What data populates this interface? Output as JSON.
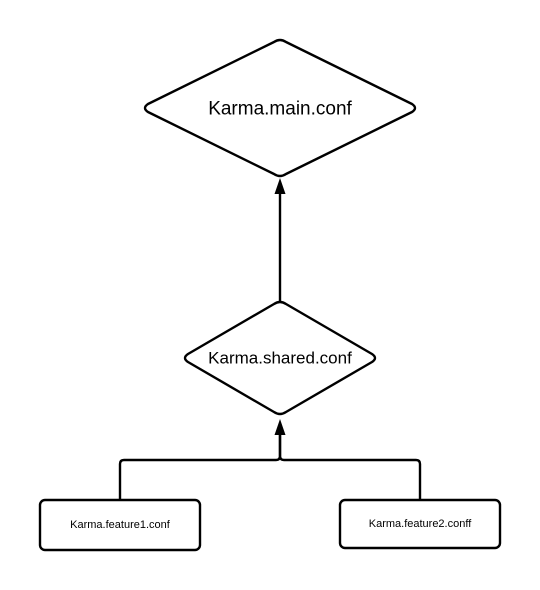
{
  "nodes": {
    "main": {
      "label": "Karma.main.conf"
    },
    "shared": {
      "label": "Karma.shared.conf"
    },
    "feature1": {
      "label": "Karma.feature1.conf"
    },
    "feature2": {
      "label": "Karma.feature2.conff"
    }
  },
  "colors": {
    "stroke": "#000000",
    "fill": "#ffffff",
    "background": "#ffffff"
  }
}
